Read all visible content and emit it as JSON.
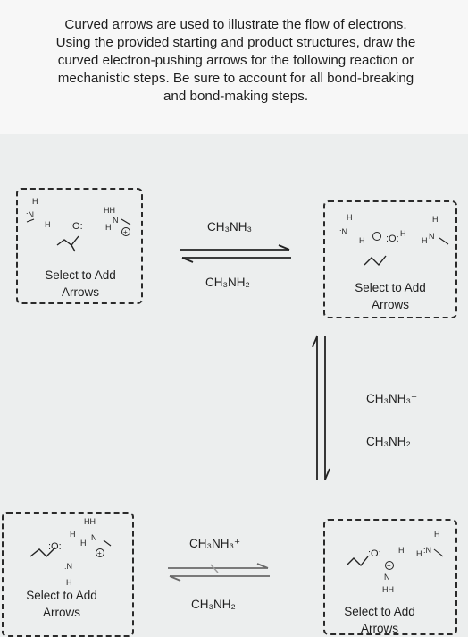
{
  "instructions": {
    "line1": "Curved arrows are used to illustrate the flow of electrons.",
    "line2": "Using the provided starting and product structures, draw the",
    "line3": "curved electron-pushing arrows for the following reaction or",
    "line4": "mechanistic steps. Be sure to account for all bond-breaking",
    "line5": "and bond-making steps."
  },
  "step1": {
    "add_arrows_line1": "Select to Add",
    "add_arrows_line2": "Arrows",
    "forward_reagent": "CH₃NH₃⁺",
    "reverse_reagent": "CH₃NH₂"
  },
  "step2": {
    "add_arrows_line1": "Select to Add",
    "add_arrows_line2": "Arrows",
    "forward_reagent": "CH₃NH₃⁺",
    "reverse_reagent": "CH₃NH₂"
  },
  "step3": {
    "add_arrows_line1": "Select to Add",
    "add_arrows_line2": "Arrows",
    "forward_reagent": "CH₃NH₃⁺",
    "reverse_reagent": "CH₃NH₂"
  },
  "step4": {
    "add_arrows_line1": "Select to Add",
    "add_arrows_line2": "Arrows"
  },
  "atoms": {
    "H": "H",
    "N": "N",
    "O": "O",
    "oxygen_lone_pairs": ":O:",
    "nitrogen_lone_pair": ":N",
    "hydrogen_pair": "HH",
    "plus": "+"
  },
  "colors": {
    "background": "#eceeee",
    "header": "#f7f7f7",
    "ink": "#1e1e1e"
  }
}
